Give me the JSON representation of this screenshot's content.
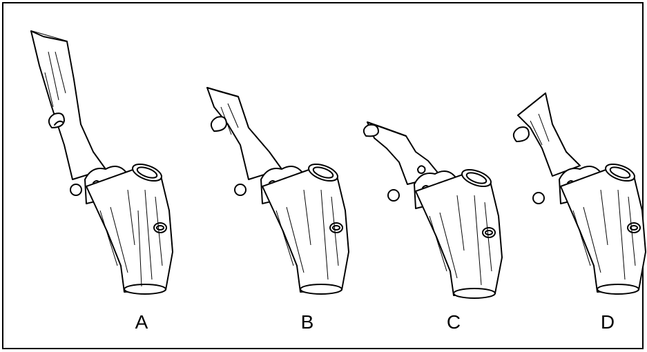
{
  "figure": {
    "panels": [
      {
        "id": "a",
        "label": "A",
        "cut": "long-stub"
      },
      {
        "id": "b",
        "label": "B",
        "cut": "slanted-above-bud"
      },
      {
        "id": "c",
        "label": "C",
        "cut": "close-to-bud"
      },
      {
        "id": "d",
        "label": "D",
        "cut": "slanted-away-from-bud"
      }
    ],
    "colors": {
      "ink": "#000000",
      "paper": "#ffffff"
    }
  }
}
